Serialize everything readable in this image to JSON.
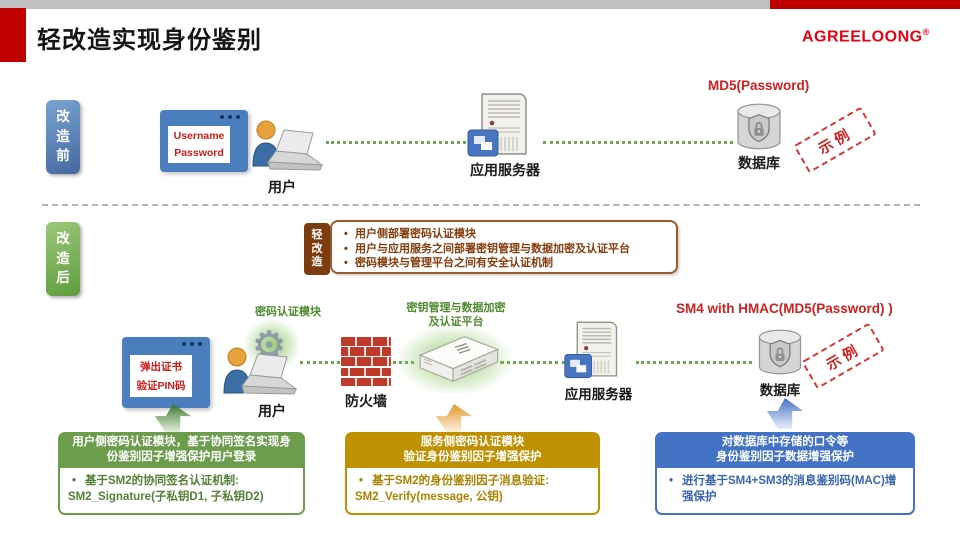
{
  "slide": {
    "title": "轻改造实现身份鉴别"
  },
  "brand": {
    "name": "AGREELOONG",
    "mark": "®"
  },
  "colors": {
    "accent_red": "#c00000",
    "brand_red": "#e60012",
    "annotation_red": "#cf1f1f",
    "green": "#6c9d4d",
    "gold": "#bf9000",
    "blue": "#4472c4",
    "brown": "#843c0c",
    "flow_dotted_green": "#6aa84f"
  },
  "before": {
    "tag": "改造前",
    "login_window": {
      "lines": [
        "Username",
        "Password"
      ]
    },
    "user_label": "用户",
    "server_label": "应用服务器",
    "annotation": "MD5(Password)",
    "database_label": "数据库",
    "stamp": "示例"
  },
  "after": {
    "tag": "改造后",
    "callout": {
      "tab": "轻改造",
      "bullets": [
        "用户侧部署密码认证模块",
        "用户与应用服务之间部署密钥管理与数据加密及认证平台",
        "密码模块与管理平台之间有安全认证机制"
      ]
    },
    "module_label": "密码认证模块",
    "login_window": {
      "lines": [
        "弹出证书",
        "验证PIN码"
      ]
    },
    "user_label": "用户",
    "firewall_label": "防火墙",
    "platform_label": "密钥管理与数据加密及认证平台",
    "server_label": "应用服务器",
    "annotation": "SM4 with HMAC(MD5(Password) )",
    "database_label": "数据库",
    "stamp": "示例"
  },
  "cards": [
    {
      "theme": "green",
      "title_lines": [
        "用户侧密码认证模块，基于协同签名实现身",
        "份鉴别因子增强保护用户登录"
      ],
      "bullet": "基于SM2的协同签名认证机制:",
      "code": "SM2_Signature(子私钥D1, 子私钥D2)"
    },
    {
      "theme": "gold",
      "title_lines": [
        "服务侧密码认证模块",
        "验证身份鉴别因子增强保护"
      ],
      "bullet": "基于SM2的身份鉴别因子消息验证:",
      "code": "SM2_Verify(message, 公钥)"
    },
    {
      "theme": "blue",
      "title_lines": [
        "对数据库中存储的口令等",
        "身份鉴别因子数据增强保护"
      ],
      "bullet": "进行基于SM4+SM3的消息鉴别码(MAC)增强保护",
      "code": ""
    }
  ]
}
